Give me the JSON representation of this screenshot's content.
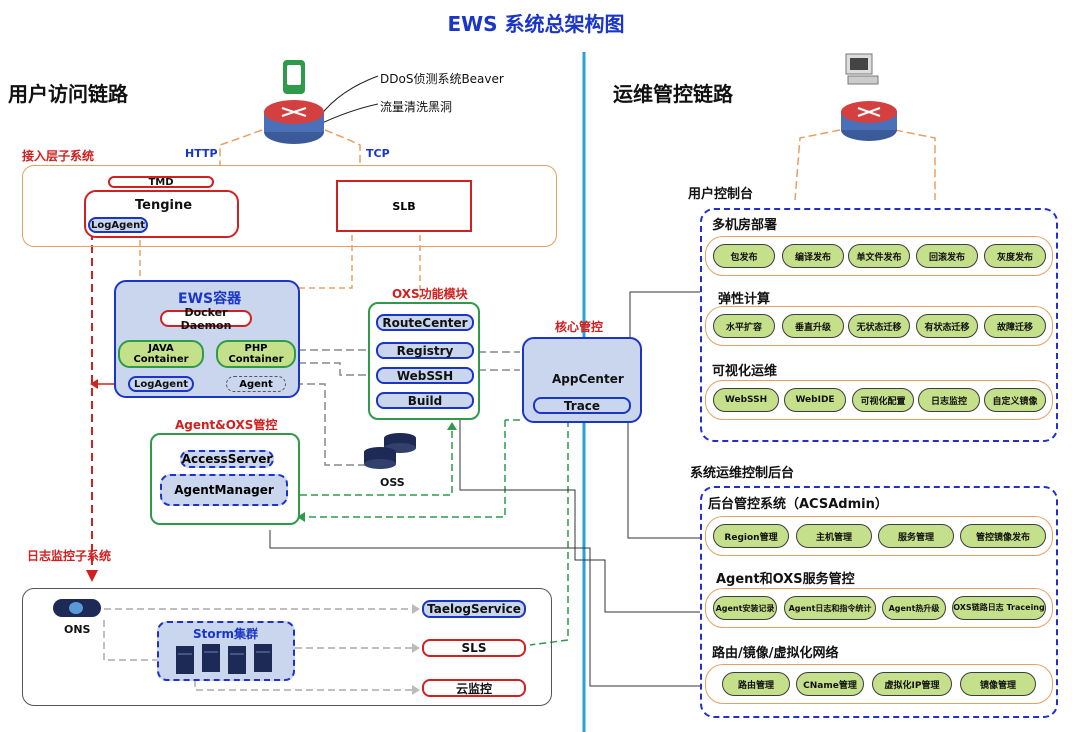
{
  "title": "EWS 系统总架构图",
  "left_section": "用户访问链路",
  "right_section": "运维管控链路",
  "beaver": "DDoS侦测系统Beaver",
  "blackhole": "流量清洗黑洞",
  "http": "HTTP",
  "tcp": "TCP",
  "access_layer": "接入层子系统",
  "tmd": "TMD",
  "tengine": "Tengine",
  "logagent_top": "LogAgent",
  "slb": "SLB",
  "ews_container": "EWS容器",
  "docker_daemon": "Docker Daemon",
  "java_container": "JAVA Container",
  "php_container": "PHP Container",
  "logagent_mid": "LogAgent",
  "agent": "Agent",
  "oxs_module": "OXS功能模块",
  "route_center": "RouteCenter",
  "registry": "Registry",
  "webssh": "WebSSH",
  "build": "Build",
  "core_control": "核心管控",
  "appcenter": "AppCenter",
  "trace": "Trace",
  "agent_oxs": "Agent&OXS管控",
  "access_server": "AccessServer",
  "agent_manager": "AgentManager",
  "oss": "OSS",
  "log_monitor": "日志监控子系统",
  "ons": "ONS",
  "storm": "Storm集群",
  "taelog": "TaelogService",
  "sls": "SLS",
  "cloud_monitor": "云监控",
  "user_console": "用户控制台",
  "multi_room": "多机房部署",
  "multi_room_items": [
    "包发布",
    "编译发布",
    "单文件发布",
    "回滚发布",
    "灰度发布"
  ],
  "elastic": "弹性计算",
  "elastic_items": [
    "水平扩容",
    "垂直升级",
    "无状态迁移",
    "有状态迁移",
    "故障迁移"
  ],
  "visual_ops": "可视化运维",
  "visual_items": [
    "WebSSH",
    "WebIDE",
    "可视化配置",
    "日志监控",
    "自定义镜像"
  ],
  "ops_backend": "系统运维控制后台",
  "acs_admin": "后台管控系统（ACSAdmin）",
  "acs_items": [
    "Region管理",
    "主机管理",
    "服务管理",
    "管控镜像发布"
  ],
  "agent_oxs_service": "Agent和OXS服务管控",
  "agent_items": [
    "Agent安装记录",
    "Agent日志和指令统计",
    "Agent热升级",
    "OXS链路日志 Traceing"
  ],
  "routing": "路由/镜像/虚拟化网络",
  "routing_items": [
    "路由管理",
    "CName管理",
    "虚拟化IP管理",
    "镜像管理"
  ],
  "colors": {
    "blue": "#1a35c7",
    "red": "#d02020",
    "green": "#2e9a4a",
    "orange": "#e8a060",
    "pill_green": "#c5e08a"
  }
}
